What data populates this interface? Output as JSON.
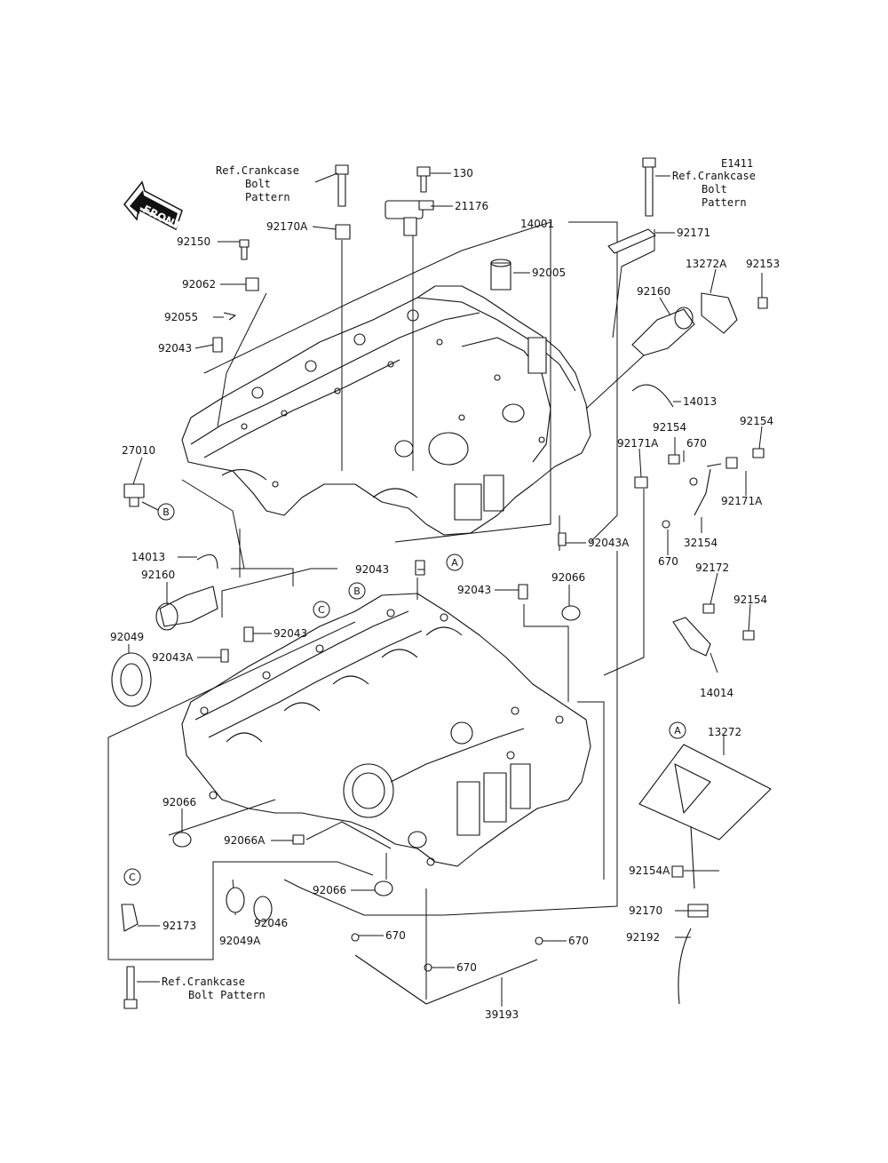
{
  "diagram": {
    "code": "E1411",
    "front_label": "FRONT",
    "ref_crankcase_top_left": [
      "Ref.Crankcase",
      "Bolt",
      "Pattern"
    ],
    "ref_crankcase_top_right": [
      "Ref.Crankcase",
      "Bolt",
      "Pattern"
    ],
    "ref_crankcase_bottom": [
      "Ref.Crankcase",
      "Bolt Pattern"
    ],
    "callouts": {
      "a": "A",
      "b": "B",
      "c": "C"
    }
  },
  "parts": {
    "p130": "130",
    "p21176": "21176",
    "p14001": "14001",
    "p92171": "92171",
    "p13272A": "13272A",
    "p92153": "92153",
    "p92005": "92005",
    "p92160_top": "92160",
    "p92150": "92150",
    "p92170A": "92170A",
    "p92062": "92062",
    "p92055": "92055",
    "p92043_a": "92043",
    "p14013_r": "14013",
    "p92154_a": "92154",
    "p92154_b": "92154",
    "p92171A_a": "92171A",
    "p670_a": "670",
    "p92171A_b": "92171A",
    "p32154": "32154",
    "p670_b": "670",
    "p27010": "27010",
    "p92043A_a": "92043A",
    "p14013_l": "14013",
    "p92160_l": "92160",
    "p92043_b": "92043",
    "p92043_c": "92043",
    "p92066_a": "92066",
    "p92172": "92172",
    "p92154_c": "92154",
    "p92049": "92049",
    "p92043_d": "92043",
    "p92043A_b": "92043A",
    "p14014": "14014",
    "p13272": "13272",
    "p92066_b": "92066",
    "p92066A": "92066A",
    "p92154A": "92154A",
    "p92066_c": "92066",
    "p92046": "92046",
    "p92049A": "92049A",
    "p92173": "92173",
    "p92170": "92170",
    "p92192": "92192",
    "p670_c": "670",
    "p670_d": "670",
    "p670_e": "670",
    "p39193": "39193"
  }
}
